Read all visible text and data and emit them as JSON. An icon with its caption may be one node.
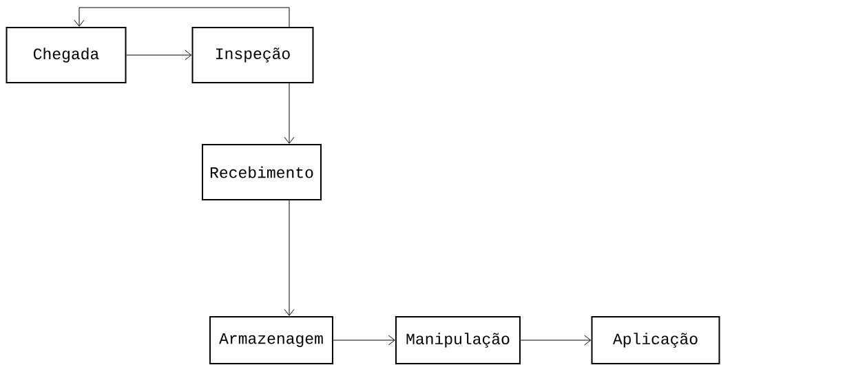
{
  "diagram": {
    "nodes": [
      {
        "text": [
          "Chegada"
        ]
      },
      {
        "text": [
          "Inspeção"
        ]
      },
      {
        "text": [
          "Recebimento"
        ]
      },
      {
        "text": [
          "Armazenagem"
        ]
      },
      {
        "text": [
          "Manipulação"
        ]
      },
      {
        "text": [
          "Aplicação"
        ]
      }
    ],
    "edges": [
      {
        "from": 0,
        "to": 1,
        "arrow": "to"
      },
      {
        "from": 1,
        "to": 0,
        "arrow": "to"
      },
      {
        "from": 1,
        "to": 2,
        "arrow": "to"
      },
      {
        "from": 2,
        "to": 3,
        "arrow": "to"
      },
      {
        "from": 3,
        "to": 4,
        "arrow": "to"
      },
      {
        "from": 4,
        "to": 5,
        "arrow": "to"
      }
    ]
  }
}
